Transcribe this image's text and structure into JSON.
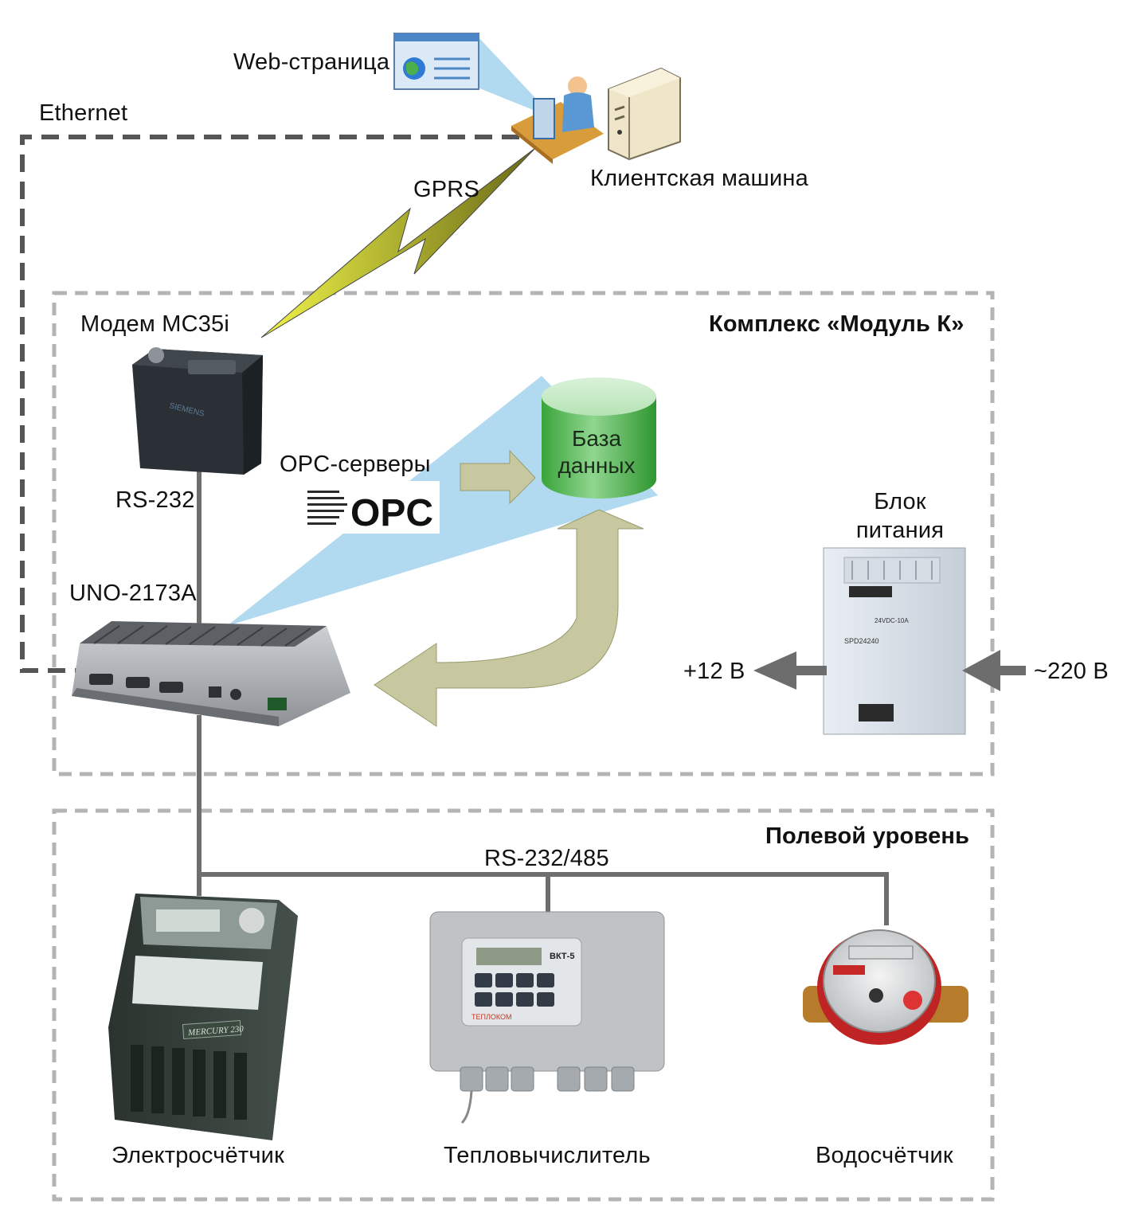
{
  "labels": {
    "web_page": "Web-страница",
    "ethernet": "Ethernet",
    "gprs": "GPRS",
    "client_machine": "Клиентская машина",
    "modem": "Модем MC35i",
    "complex_title": "Комплекс «Модуль К»",
    "database_line1": "База",
    "database_line2": "данных",
    "opc_servers": "OPC-серверы",
    "rs232": "RS-232",
    "uno": "UNO-2173A",
    "power_supply_line1": "Блок",
    "power_supply_line2": "питания",
    "plus12v": "+12 В",
    "ac220v": "~220 В",
    "field_level": "Полевой уровень",
    "rs232_485": "RS-232/485",
    "electric_meter": "Электросчётчик",
    "heat_calc": "Тепловычислитель",
    "water_meter": "Водосчётчик"
  },
  "device_markings": {
    "modem_brand": "SIEMENS",
    "opc_logo": "OPC",
    "psu_model": "SPD24240",
    "psu_rating": "24VDC-10A",
    "meter_brand": "MERCURY 230",
    "heat_calc_model": "ВКТ-5",
    "heat_calc_brand": "ТЕПЛОКОМ"
  },
  "colors": {
    "dashed_line": "#555555",
    "dashed_frame": "#b4b4b4",
    "bus_line": "#6e6e6e",
    "arrow_olive": "#c7c89f",
    "db_green": "#5cbf5c",
    "beam_blue": "#a9d6ee",
    "gprs_yellow": "#e4ec2a",
    "arrow_gray": "#6d6d6d"
  }
}
